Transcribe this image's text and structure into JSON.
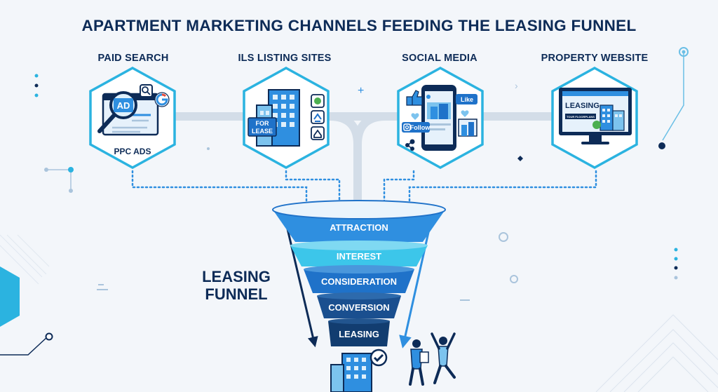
{
  "title": "APARTMENT MARKETING CHANNELS FEEDING THE LEASING FUNNEL",
  "channels": [
    {
      "label": "PAID SEARCH",
      "badge": "AD",
      "caption": "PPC ADS",
      "icon": "paid-search-laptop-icon"
    },
    {
      "label": "ILS LISTING SITES",
      "badge": "FOR LEASE",
      "badge_lines": [
        "FOR",
        "LEASE"
      ],
      "icon": "ils-building-icon"
    },
    {
      "label": "SOCIAL MEDIA",
      "like": "Like",
      "follow": "Follow",
      "icon": "social-phone-icon"
    },
    {
      "label": "PROPERTY WEBSITE",
      "screen_title": "LEASING",
      "screen_button": "TOUR FLOORPLANS",
      "icon": "website-monitor-icon"
    }
  ],
  "funnel": {
    "title_lines": [
      "LEASING",
      "FUNNEL"
    ],
    "stages": [
      "ATTRACTION",
      "INTEREST",
      "CONSIDERATION",
      "CONVERSION",
      "LEASING"
    ]
  },
  "colors": {
    "navy": "#0d2b57",
    "hex_border": "#2bb3e0",
    "stage_fills": [
      "#2f8fe0",
      "#3cc6ea",
      "#1f72c9",
      "#1a4f8f",
      "#123d70"
    ],
    "connector": "#cfdbe7"
  }
}
